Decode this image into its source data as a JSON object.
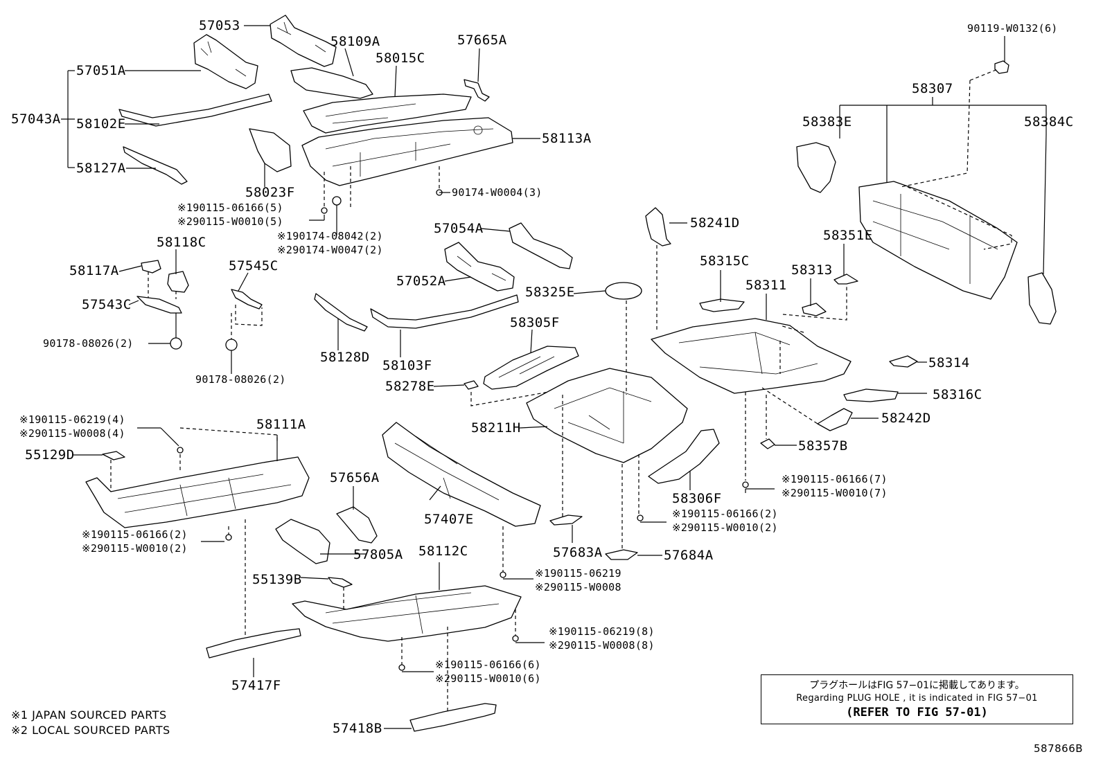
{
  "diagram": {
    "labels": {
      "p57053": "57053",
      "p58109A": "58109A",
      "p57665A": "57665A",
      "p57051A": "57051A",
      "p58015C": "58015C",
      "p57043A": "57043A",
      "p58102E": "58102E",
      "p58113A": "58113A",
      "p58127A": "58127A",
      "p58023F": "58023F",
      "p90174W0004": "90174-W0004(3)",
      "p190115_06166_5": "※190115-06166(5)",
      "p290115_W0010_5": "※290115-W0010(5)",
      "p190174_08042": "※190174-08042(2)",
      "p290174_W0047": "※290174-W0047(2)",
      "p58118C": "58118C",
      "p58117A": "58117A",
      "p57545C": "57545C",
      "p57543C": "57543C",
      "p57054A": "57054A",
      "p57052A": "57052A",
      "p90178a": "90178-08026(2)",
      "p90178b": "90178-08026(2)",
      "p58128D": "58128D",
      "p58103F": "58103F",
      "p58325E": "58325E",
      "p58305F": "58305F",
      "p58278E": "58278E",
      "p58211H": "58211H",
      "p58241D": "58241D",
      "p58315C": "58315C",
      "p58313": "58313",
      "p58311": "58311",
      "p58351E": "58351E",
      "p90119": "90119-W0132(6)",
      "p58307": "58307",
      "p58383E": "58383E",
      "p58384C": "58384C",
      "p58314": "58314",
      "p58316C": "58316C",
      "p58242D": "58242D",
      "p58357B": "58357B",
      "p190115_06166_7": "※190115-06166(7)",
      "p290115_W0010_7": "※290115-W0010(7)",
      "p58306F": "58306F",
      "p190115_06166_2b": "※190115-06166(2)",
      "p290115_W0010_2b": "※290115-W0010(2)",
      "p57684A": "57684A",
      "p57683A": "57683A",
      "p190115_06219_4": "※190115-06219(4)",
      "p290115_W0008_4": "※290115-W0008(4)",
      "p58111A": "58111A",
      "p55129D": "55129D",
      "p190115_06166_2a": "※190115-06166(2)",
      "p290115_W0010_2a": "※290115-W0010(2)",
      "p57656A": "57656A",
      "p57407E": "57407E",
      "p57805A": "57805A",
      "p58112C": "58112C",
      "p190115_06219": "※190115-06219",
      "p290115_W0008": "※290115-W0008",
      "p55139B": "55139B",
      "p190115_06219_8": "※190115-06219(8)",
      "p290115_W0008_8": "※290115-W0008(8)",
      "p190115_06166_6": "※190115-06166(6)",
      "p290115_W0010_6": "※290115-W0010(6)",
      "p57417F": "57417F",
      "p57418B": "57418B"
    },
    "footnotes": {
      "note1": "※1 JAPAN SOURCED PARTS",
      "note2": "※2 LOCAL SOURCED PARTS"
    },
    "info_box": {
      "line_jp": "プラグホールはFIG 57−01に掲載してあります。",
      "line_en": "Regarding  PLUG  HOLE , it is indicated in  FIG  57−01",
      "line_ref": "(REFER TO FIG 57-01)"
    },
    "figure_id": "587866B"
  }
}
